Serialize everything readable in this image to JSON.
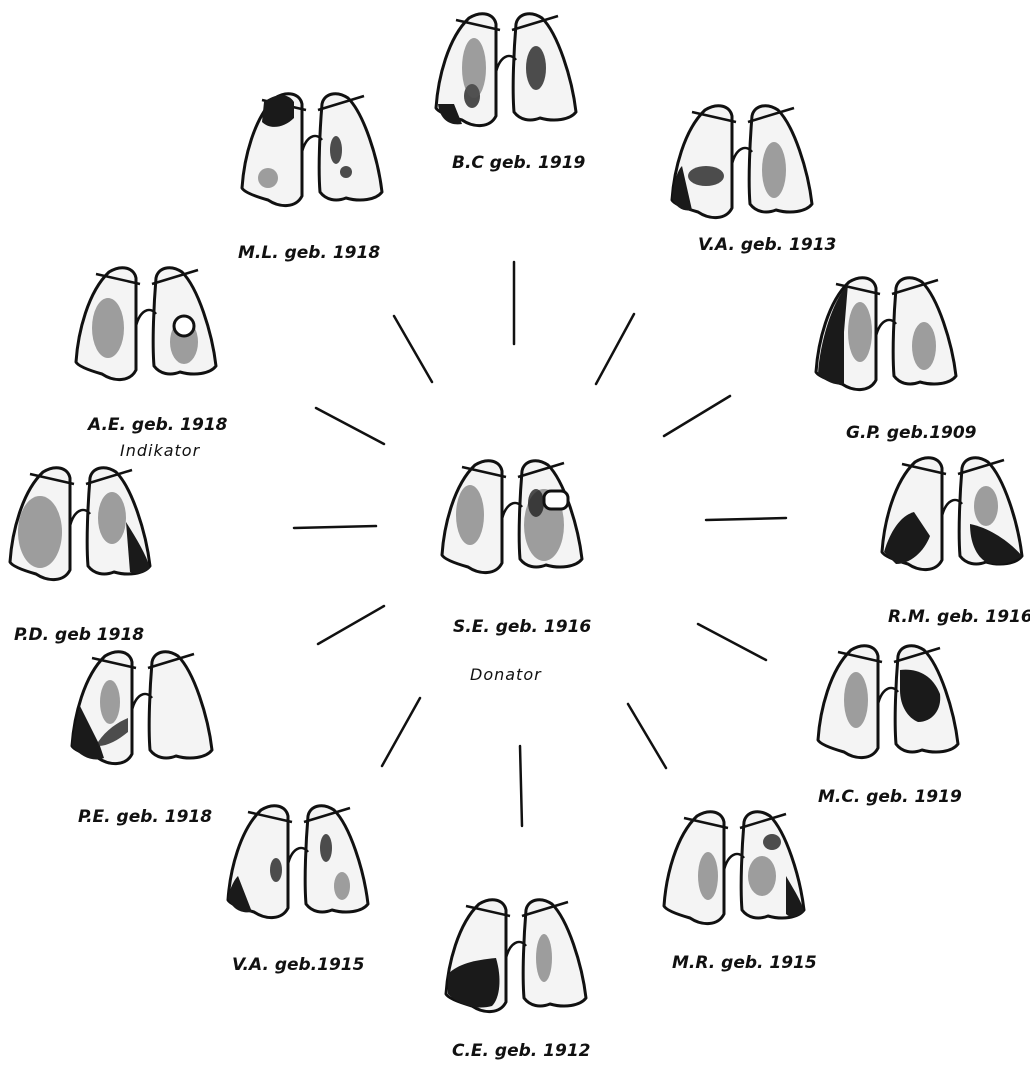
{
  "donor": {
    "label": "S.E. geb. 1916",
    "role_label": "Donator"
  },
  "contacts": [
    {
      "id": "bc",
      "label": "B.C geb. 1919",
      "findings": [
        "mottle-left",
        "mottle-right",
        "dark-left-base"
      ]
    },
    {
      "id": "va13",
      "label": "V.A. geb. 1913",
      "findings": [
        "dark-left-base",
        "mottle-left-mid"
      ]
    },
    {
      "id": "gp",
      "label": "G.P. geb.1909",
      "findings": [
        "dark-left-full"
      ]
    },
    {
      "id": "rm",
      "label": "R.M. geb. 1916",
      "findings": [
        "dark-left-base",
        "dark-right-base"
      ]
    },
    {
      "id": "mc",
      "label": "M.C. geb. 1919",
      "findings": [
        "dark-right-upper"
      ]
    },
    {
      "id": "mr",
      "label": "M.R. geb. 1915",
      "findings": [
        "dark-right-base",
        "nodule-right-upper"
      ]
    },
    {
      "id": "ce",
      "label": "C.E. geb. 1912",
      "findings": [
        "dark-left-base"
      ]
    },
    {
      "id": "va15",
      "label": "V.A. geb.1915",
      "findings": [
        "dark-left-base",
        "mottle-right-mid"
      ]
    },
    {
      "id": "pe",
      "label": "P.E. geb. 1918",
      "findings": [
        "dark-left-base"
      ]
    },
    {
      "id": "pd",
      "label": "P.D. geb 1918",
      "findings": [
        "mottle-left",
        "dark-right-base"
      ]
    },
    {
      "id": "ae",
      "label": "A.E. geb. 1918",
      "sublabel": "Indikator",
      "findings": [
        "cavity-right",
        "mottle-left"
      ]
    },
    {
      "id": "ml",
      "label": "M.L. geb. 1918",
      "findings": [
        "dark-left-apex",
        "nodule-right"
      ]
    }
  ]
}
